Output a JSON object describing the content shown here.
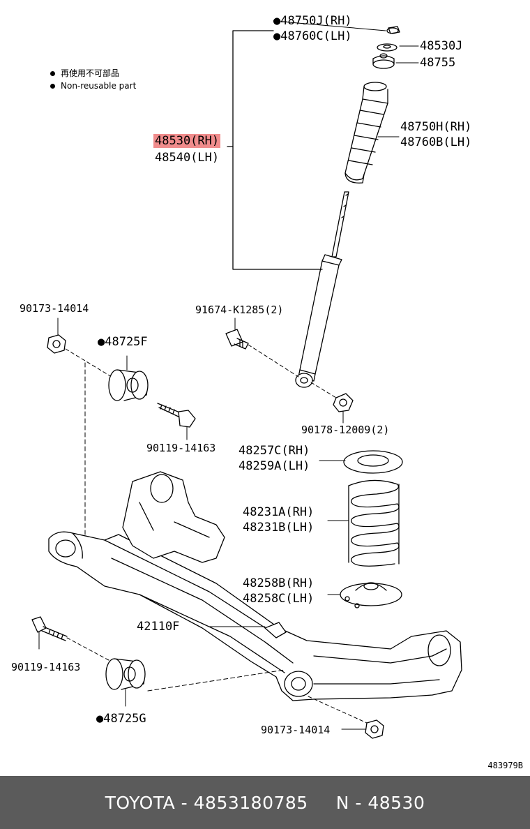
{
  "legend": {
    "items": [
      {
        "label": "再使用不可部品"
      },
      {
        "label": "Non-reusable part"
      }
    ]
  },
  "parts": {
    "p48750J": "●48750J(RH)",
    "p48760C": "●48760C(LH)",
    "p48530J": "48530J",
    "p48755": "48755",
    "p48530": "48530(RH)",
    "p48540": "48540(LH)",
    "p48750H": "48750H(RH)",
    "p48760B": "48760B(LH)",
    "p90173a": "90173-14014",
    "p91674": "91674-K1285(2)",
    "p48725F": "●48725F",
    "p90119a": "90119-14163",
    "p90178": "90178-12009(2)",
    "p48257C": "48257C(RH)",
    "p48259A": "48259A(LH)",
    "p48231A": "48231A(RH)",
    "p48231B": "48231B(LH)",
    "p48258B": "48258B(RH)",
    "p48258C": "48258C(LH)",
    "p42110F": "42110F",
    "p90119b": "90119-14163",
    "p48725G": "●48725G",
    "p90173b": "90173-14014"
  },
  "diagram_id": "483979B",
  "footer": {
    "brand": "TOYOTA - 4853180785",
    "part": "N - 48530"
  },
  "colors": {
    "highlight": "#f08c8c",
    "footer_bg": "#5b5b5b",
    "footer_text": "#ffffff"
  }
}
